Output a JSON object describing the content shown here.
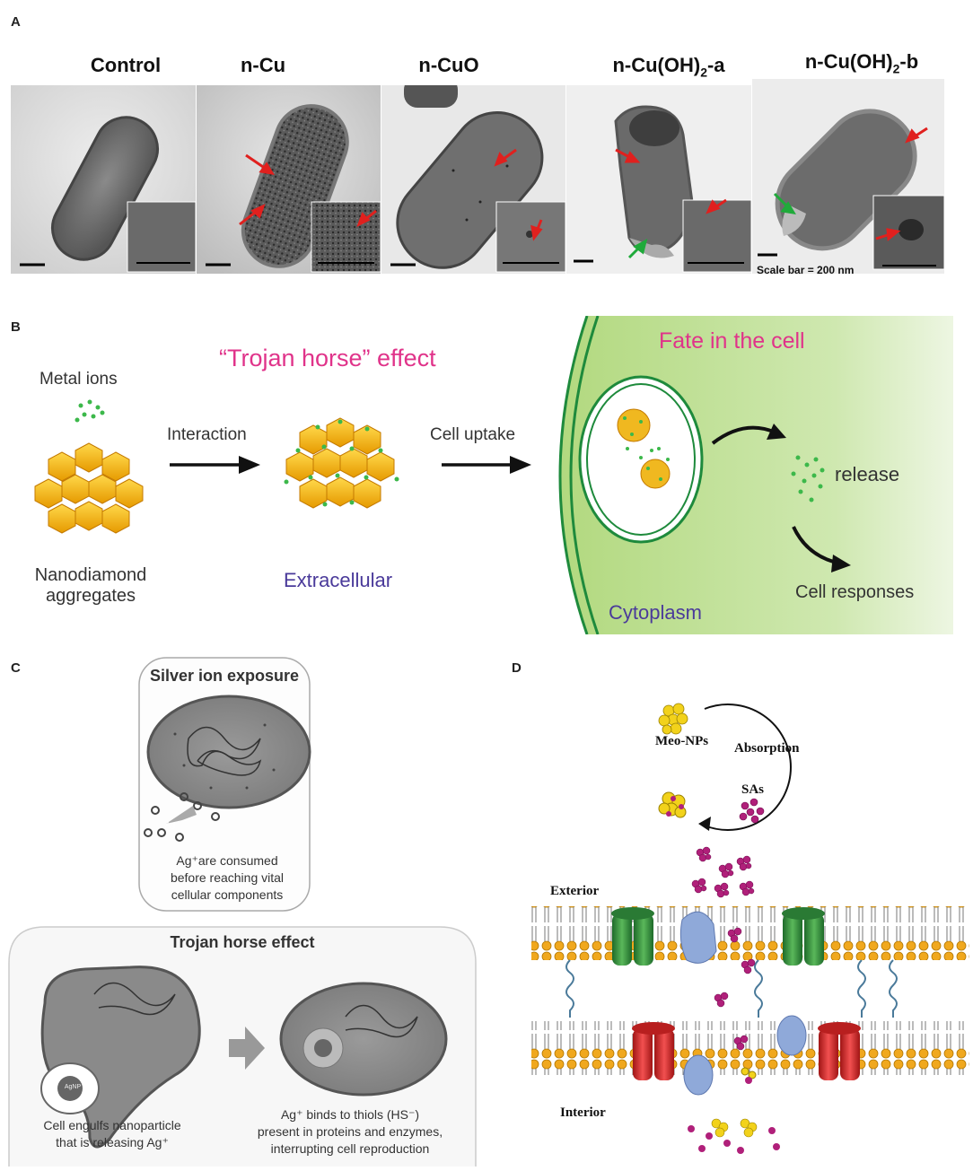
{
  "panel_labels": {
    "a": "A",
    "b": "B",
    "c": "C",
    "d": "D"
  },
  "panel_a": {
    "labels": [
      "Control",
      "n-Cu",
      "n-CuO",
      "n-Cu(OH)",
      "n-Cu(OH)"
    ],
    "subscripts": [
      "",
      "",
      "",
      "2",
      "2"
    ],
    "suffixes": [
      "",
      "",
      "",
      "-a",
      "-b"
    ],
    "scale_bar": "Scale bar = 200 nm"
  },
  "panel_b": {
    "title": "“Trojan horse” effect",
    "fate_title": "Fate in the cell",
    "metal_ions": "Metal ions",
    "nanodiamond_line1": "Nanodiamond",
    "nanodiamond_line2": "aggregates",
    "interaction": "Interaction",
    "extracellular": "Extracellular",
    "cell_uptake": "Cell uptake",
    "release": "release",
    "cell_responses": "Cell responses",
    "cytoplasm": "Cytoplasm"
  },
  "panel_c": {
    "silver_title": "Silver ion exposure",
    "ag_label": "Ag",
    "consumed_line1": "Ag⁺are consumed",
    "consumed_line2": "before reaching vital",
    "consumed_line3": "cellular components",
    "trojan_title": "Trojan horse effect",
    "agnp": "AgNP",
    "engulf_line1": "Cell engulfs nanoparticle",
    "engulf_line2": "that is releasing Ag⁺",
    "binds_line1": "Ag⁺ binds to thiols (HS⁻)",
    "binds_line2": "present in proteins and enzymes,",
    "binds_line3": "interrupting cell reproduction"
  },
  "panel_d": {
    "meo_nps": "Meo-NPs",
    "absorption": "Absorption",
    "sas": "SAs",
    "exterior": "Exterior",
    "interior": "Interior"
  },
  "colors": {
    "pink_title": "#e0338a",
    "extracellular": "#4a3a9a",
    "cell_green": "#b9dd8a",
    "membrane_green": "#1e8a3c",
    "lipid_head": "#f0a81e",
    "channel_green": "#3a9a4a",
    "channel_red": "#e23a3a",
    "protein_blue": "#8fa9d9",
    "particle_yellow": "#f2d21b",
    "particle_magenta": "#b0207a",
    "arrow_red": "#e0201e",
    "arrow_green": "#1faa3a"
  }
}
